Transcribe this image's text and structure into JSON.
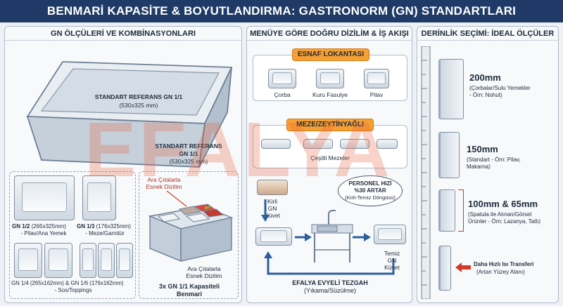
{
  "title": "BENMARİ KAPASİTE & BOYUTLANDIRMA: GASTRONORM (GN) STANDARTLARI",
  "watermark": "EFALYA",
  "left": {
    "header": "GN ÖLÇÜLERİ VE KOMBİNASYONLARI",
    "ref_top_title": "STANDART REFERANS GN 1/1",
    "ref_top_dim": "(530x325 mm)",
    "ref_side_title_1": "STANDART REFERANS",
    "ref_side_title_2": "GN 1/1",
    "ref_side_dim": "(530x325 mm)",
    "gn12_label": "GN 1/2",
    "gn12_dim": "(265x325mm)",
    "gn12_use": "- Pilav/Ana Yemek",
    "gn13_label": "GN 1/3",
    "gn13_dim": "(176x325mm)",
    "gn13_use": "- Meze/Garnitür",
    "gn14_16": "GN 1/4 (265x162mm) & GN 1/6 (176x162mm)",
    "gn14_use": "- Sos/Toppings",
    "ara_top_1": "Ara Çıtalarla",
    "ara_top_2": "Esnek Dizilim",
    "ara_bot_1": "Ara Çıtalarla",
    "ara_bot_2": "Esnek Dizilim",
    "benmari_1": "3x GN 1/1 Kapasiteli",
    "benmari_2": "Benmari"
  },
  "middle": {
    "header": "MENÜYE GÖRE DOĞRU DİZİLİM & İŞ AKIŞI",
    "esnaf_tag": "ESNAF LOKANTASI",
    "esnaf_items": [
      "Çorba",
      "Kuru Fasulye",
      "Pilav"
    ],
    "meze_tag": "MEZE/ZEYTİNYAĞLI",
    "meze_caption": "Çeşitli Mezeler",
    "kirli_1": "Kirli",
    "kirli_2": "GN",
    "kirli_3": "Küvet",
    "personel_1": "PERSONEL HIZI",
    "personel_2": "%30 ARTAR",
    "personel_3": "(Kirli-Temiz Döngüsü)",
    "temiz_1": "Temiz",
    "temiz_2": "GN",
    "temiz_3": "Küvet",
    "tezgah_1": "EFALYA EVYELİ TEZGAH",
    "tezgah_2": "(Yıkama/Süzülme)"
  },
  "right": {
    "header": "DERİNLİK SEÇİMİ: İDEAL ÖLÇÜLER",
    "d200_title": "200mm",
    "d200_desc_1": "(Çorbalar/Sulu Yemekler",
    "d200_desc_2": "- Örn: Nohut)",
    "d150_title": "150mm",
    "d150_desc_1": "(Standart - Örn: Pilav,",
    "d150_desc_2": "Makarna)",
    "d100_title": "100mm & 65mm",
    "d100_desc_1": "(Spatula ile Alınan/Görsel",
    "d100_desc_2": "Ürünler - Örn: Lazanya, Tatlı)",
    "heat_1": "Daha Hızlı Isı Transferi",
    "heat_2": "(Artan Yüzey Alanı)"
  },
  "colors": {
    "header_bg": "#1f3a66",
    "accent_orange": "#f6a033",
    "arrow_blue": "#2d5f9a",
    "alert_red": "#d23a2a"
  }
}
